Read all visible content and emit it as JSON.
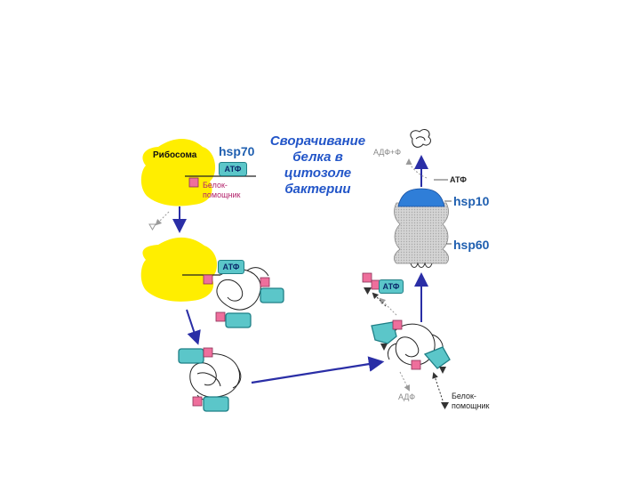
{
  "title": "Сворачивание белка в цитозоле бактерии",
  "labels": {
    "ribosome": "Рибосома",
    "hsp70": "hsp70",
    "hsp10": "hsp10",
    "hsp60": "hsp60",
    "atp": "АТФ",
    "adp": "АДФ",
    "adp_f": "АДФ+Ф",
    "helper_protein": "Белок-\nпомощник"
  },
  "colors": {
    "ribosome": "#ffee00",
    "atp_box": "#5bc6c9",
    "helper_square": "#ee6f9c",
    "arrow": "#2a2ea6",
    "hsp10": "#2f7ed8",
    "hsp60": "#c8c8c8",
    "title": "#2255c8"
  }
}
